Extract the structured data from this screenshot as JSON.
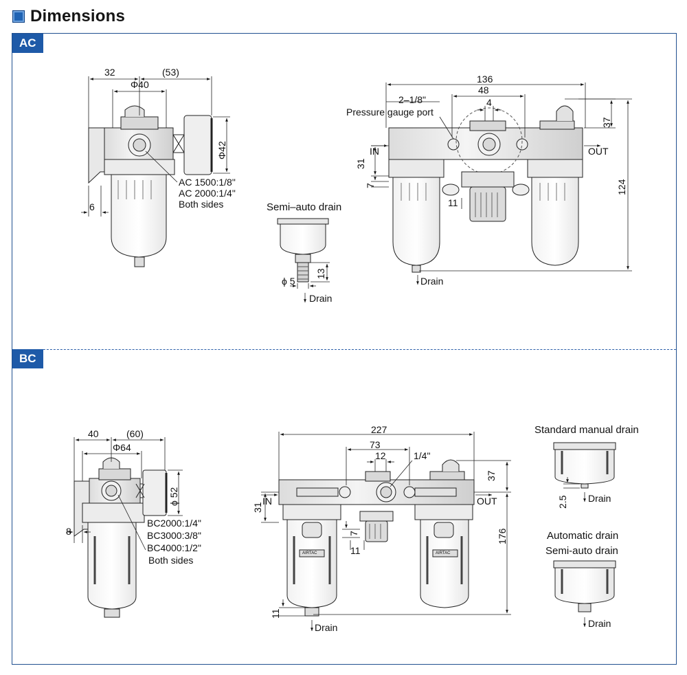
{
  "header": {
    "title": "Dimensions"
  },
  "sections": {
    "ac": {
      "tag": "AC",
      "left_view": {
        "dim_32": "32",
        "dim_53": "(53)",
        "dim_d40": "Φ40",
        "dim_d42": "Φ42",
        "dim_6": "6",
        "port_line1": "AC 1500:1/8\"",
        "port_line2": "AC 2000:1/4\"",
        "port_line3": "Both sides"
      },
      "semi_auto": {
        "title": "Semi–auto drain",
        "dim_d5": "ϕ 5",
        "dim_13": "13",
        "drain": "Drain"
      },
      "front_view": {
        "dim_136": "136",
        "dim_48": "48",
        "dim_4": "4",
        "dim_2_18": "2–1/8\"",
        "pressure_port": "Pressure gauge port",
        "in": "IN",
        "out": "OUT",
        "dim_31": "31",
        "dim_7": "7",
        "dim_11": "11",
        "dim_37": "37",
        "dim_124": "124",
        "drain": "Drain"
      }
    },
    "bc": {
      "tag": "BC",
      "left_view": {
        "dim_40": "40",
        "dim_60": "(60)",
        "dim_d64": "Φ64",
        "dim_d52": "ϕ 52",
        "dim_8": "8",
        "port_line1": "BC2000:1/4\"",
        "port_line2": "BC3000:3/8\"",
        "port_line3": "BC4000:1/2\"",
        "port_line4": "Both sides"
      },
      "front_view": {
        "dim_227": "227",
        "dim_73": "73",
        "dim_12": "12",
        "dim_14": "1/4\"",
        "in": "IN",
        "out": "OUT",
        "dim_31": "31",
        "dim_7": "7",
        "dim_11a": "11",
        "dim_37": "37",
        "dim_176": "176",
        "dim_11b": "11",
        "drain": "Drain",
        "logo": "AIRTAC"
      },
      "manual_drain": {
        "title": "Standard manual drain",
        "dim_25": "2.5",
        "drain": "Drain"
      },
      "auto_drain": {
        "title1": "Automatic drain",
        "title2": "Semi-auto drain",
        "drain": "Drain"
      }
    }
  }
}
